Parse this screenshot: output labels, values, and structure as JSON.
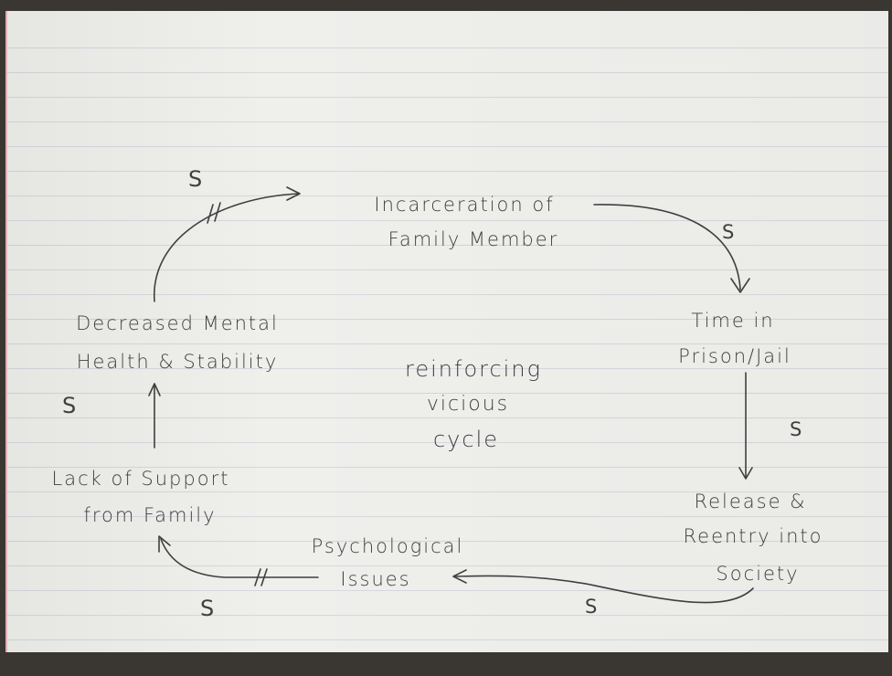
{
  "nodes": {
    "incarceration": [
      "Incarceration of",
      "Family Member"
    ],
    "time_in_prison": [
      "Time in",
      "Prison/Jail"
    ],
    "release": [
      "Release &",
      "Reentry into",
      "Society"
    ],
    "psychological": [
      "Psychological",
      "Issues"
    ],
    "lack_support": [
      "Lack of Support",
      "from Family"
    ],
    "decreased_health": [
      "Decreased Mental",
      "Health & Stability"
    ]
  },
  "center_label": [
    "reinforcing",
    "vicious",
    "cycle"
  ],
  "polarity": {
    "decreased_to_incarceration": "S",
    "incarceration_to_time": "S",
    "time_to_release": "S",
    "release_to_psychological": "S",
    "psychological_to_lack": "S",
    "lack_to_decreased": "S"
  },
  "colors": {
    "ink": "#3f3f3f",
    "paper": "#efefec",
    "rule": "#d4d8dc",
    "margin": "#e7b8bd"
  }
}
